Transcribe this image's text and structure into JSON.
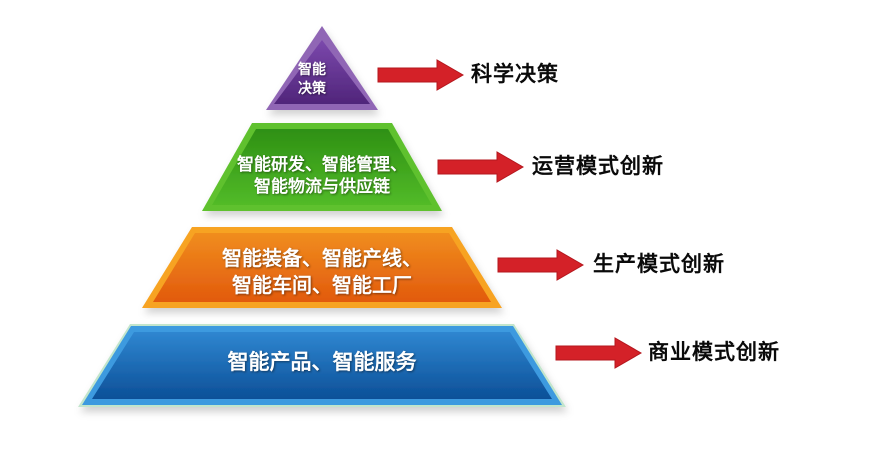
{
  "pyramid": {
    "arrow_color": "#D42128",
    "arrow_edge_color": "#B5171E",
    "white_text_color": "#FFFFFF",
    "label_text_color": "#0A0A0A",
    "levels": [
      {
        "name": "smart-decision",
        "lines": [
          "智能",
          "决策"
        ],
        "colors": {
          "edge": "#9066B5",
          "top": "#7B48AC",
          "bottom": "#50257A"
        },
        "arrow_label": "科学决策"
      },
      {
        "name": "smart-operation",
        "lines": [
          "智能研发、智能管理、",
          "智能物流与供应链"
        ],
        "colors": {
          "edge": "#5FC12D",
          "top": "#2E9014",
          "bottom": "#52BB28"
        },
        "arrow_label": "运营模式创新"
      },
      {
        "name": "smart-production",
        "lines": [
          "智能装备、智能产线、",
          "智能车间、智能工厂"
        ],
        "colors": {
          "edge": "#F7A321",
          "top": "#F08D1E",
          "bottom": "#E25A0D"
        },
        "arrow_label": "生产模式创新"
      },
      {
        "name": "smart-business",
        "lines": [
          "智能产品、智能服务"
        ],
        "colors": {
          "rim": "#C2E5CC",
          "edge": "#3D9ADF",
          "top": "#2F86D0",
          "bottom": "#0C5098"
        },
        "arrow_label": "商业模式创新"
      }
    ]
  }
}
